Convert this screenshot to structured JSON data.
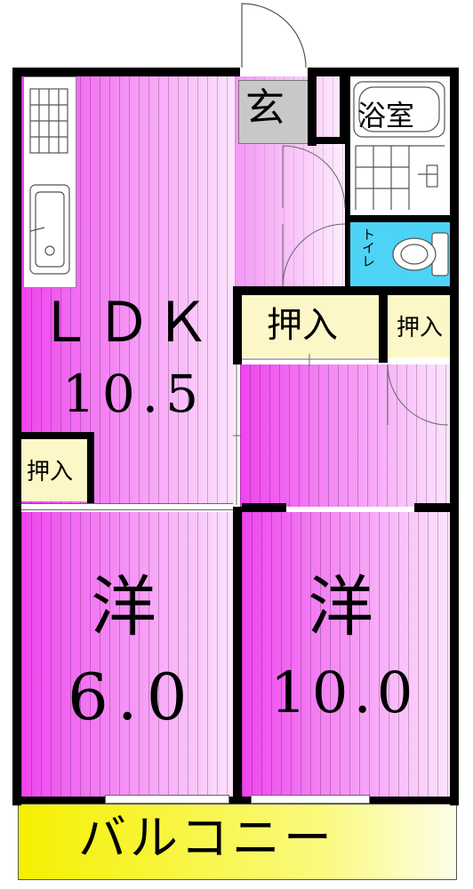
{
  "floorplan": {
    "colors": {
      "wall": "#000000",
      "room_pink_dark": "#ee44ee",
      "room_pink_light": "#fde6fd",
      "closet": "#fdf7c7",
      "toilet": "#4dd3f5",
      "balcony": "#f5f000",
      "genkan": "#c8c8c8"
    },
    "rooms": {
      "ldk": {
        "name": "ＬＤＫ",
        "size": "10.5"
      },
      "western_left": {
        "name": "洋",
        "size": "6.0"
      },
      "western_right": {
        "name": "洋",
        "size": "10.0"
      },
      "genkan": {
        "name": "玄"
      },
      "bath": {
        "name": "浴室"
      },
      "toilet": {
        "name": "トイレ"
      },
      "closet_main": {
        "name": "押入"
      },
      "closet_small": {
        "name": "押入"
      },
      "closet_left": {
        "name": "押入"
      },
      "balcony": {
        "name": "バルコニー"
      }
    },
    "fixtures": [
      "stove-icon",
      "kitchen-sink-icon",
      "bathtub-icon",
      "toilet-icon"
    ]
  }
}
